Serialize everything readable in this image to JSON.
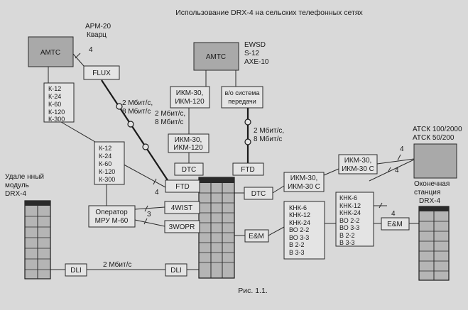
{
  "title": "Использование DRX-4 на сельских телефонных сетях",
  "caption": "Рис. 1.1.",
  "labels": {
    "arm20": "АРМ-20",
    "kvarc": "Кварц",
    "amts": "АМТС",
    "ewsd": "EWSD",
    "s12": "S-12",
    "axe10": "AXE-10",
    "flux": "FLUX",
    "four": "4",
    "three": "3",
    "mbit_1": "2 Мбит/с,",
    "mbit_2": "8 Мбит/с",
    "mbit_dli": "2 Мбит/с",
    "ikm30_120_a": "ИКМ-30,",
    "ikm30_120_b": "ИКМ-120",
    "vo_a": "в/о система",
    "vo_b": "передачи",
    "dtc": "DTC",
    "ftd": "FTD",
    "fourwist": "4WIST",
    "threewopr": "3WOPR",
    "em": "E&M",
    "dli": "DLI",
    "operator_a": "Оператор",
    "operator_b": "МРУ М-60",
    "remote_a": "Удале нный",
    "remote_b": "модуль",
    "remote_c": "DRX-4",
    "atsk_a": "АТСК 100/2000",
    "atsk_b": "АТСК 50/200",
    "term_a": "Оконечная",
    "term_b": "станция",
    "term_c": "DRX-4",
    "ikm30c_a": "ИКМ-30,",
    "ikm30c_b": "ИКМ-30 С",
    "k_list": [
      "К-12",
      "К-24",
      "К-60",
      "К-120",
      "К-300"
    ],
    "knk_list": [
      "КНК-6",
      "КНК-12",
      "КНК-24",
      "ВО 2-2",
      "ВО 3-3",
      "В 2-2",
      "В 3-3"
    ]
  }
}
